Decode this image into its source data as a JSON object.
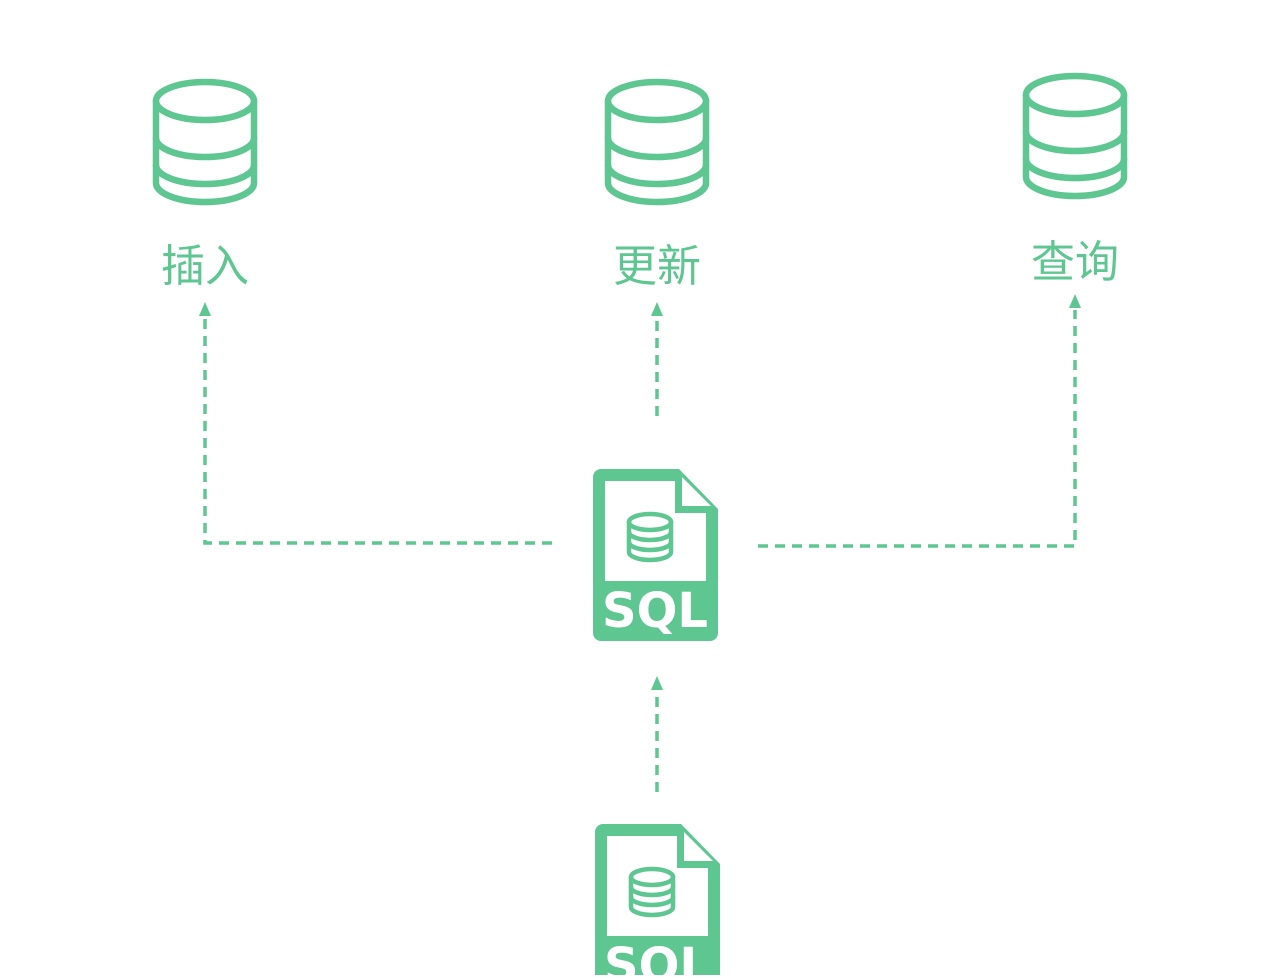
{
  "colors": {
    "accent": "#5ec690"
  },
  "nodes": {
    "insert": {
      "label": "插入",
      "icon": "database-icon"
    },
    "update": {
      "label": "更新",
      "icon": "database-icon"
    },
    "query": {
      "label": "查询",
      "icon": "database-icon"
    }
  },
  "sql_files": [
    {
      "label": "SQL",
      "icon": "sql-file-icon"
    },
    {
      "label": "SQL",
      "icon": "sql-file-icon"
    }
  ],
  "connectors": [
    {
      "from": "sql_files.0",
      "to": "nodes.insert",
      "style": "dashed-arrow"
    },
    {
      "from": "sql_files.0",
      "to": "nodes.update",
      "style": "dashed-arrow"
    },
    {
      "from": "sql_files.0",
      "to": "nodes.query",
      "style": "dashed-arrow"
    },
    {
      "from": "sql_files.1",
      "to": "sql_files.0",
      "style": "dashed-arrow"
    }
  ]
}
